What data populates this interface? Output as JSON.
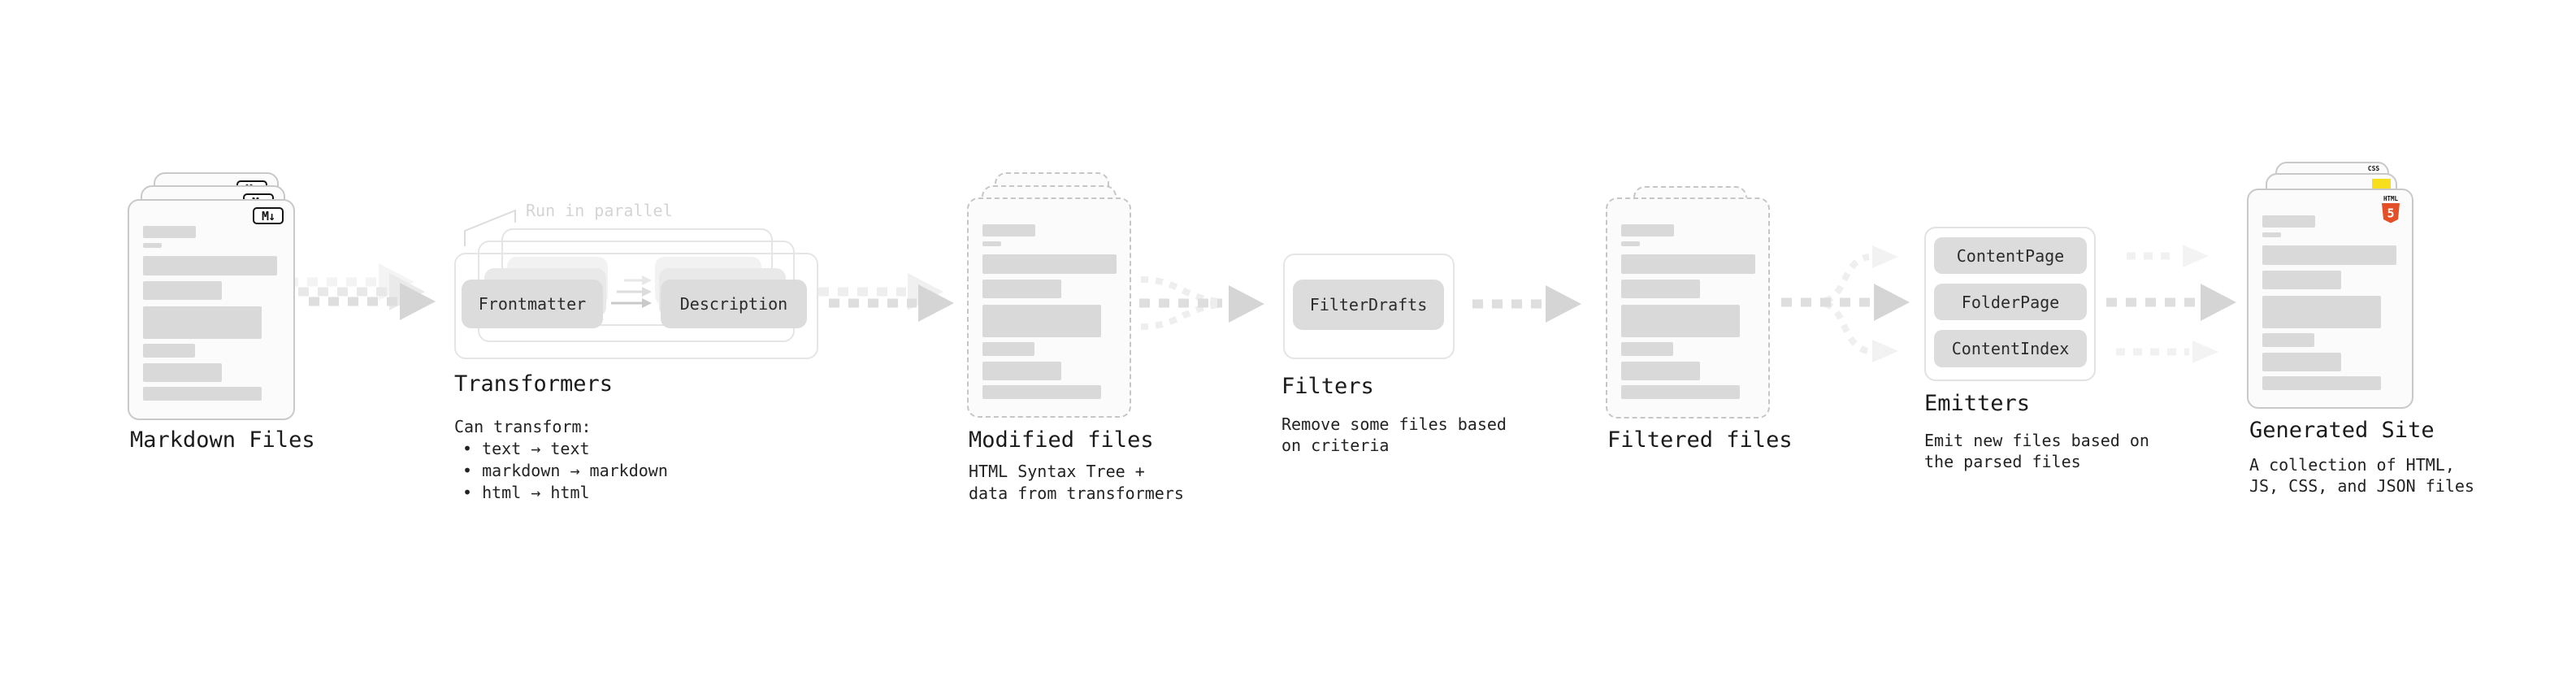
{
  "pipeline": {
    "markdown_files": {
      "title": "Markdown Files",
      "badge": "M↓"
    },
    "transformers": {
      "title": "Transformers",
      "parallel_note": "Run in parallel",
      "input_box": "Frontmatter",
      "output_box": "Description",
      "description_heading": "Can transform:",
      "bullets": [
        "• text → text",
        "• markdown → markdown",
        "• html → html"
      ]
    },
    "modified_files": {
      "title": "Modified files",
      "subtitle_lines": [
        "HTML Syntax Tree +",
        "data from transformers"
      ]
    },
    "filters": {
      "title": "Filters",
      "box": "FilterDrafts",
      "subtitle_lines": [
        "Remove some files based",
        "on criteria"
      ]
    },
    "filtered_files": {
      "title": "Filtered files"
    },
    "emitters": {
      "title": "Emitters",
      "boxes": [
        "ContentPage",
        "FolderPage",
        "ContentIndex"
      ],
      "subtitle_lines": [
        "Emit new files based on",
        "the parsed files"
      ]
    },
    "generated_site": {
      "title": "Generated Site",
      "subtitle_lines": [
        "A collection of HTML,",
        "JS, CSS, and JSON files"
      ],
      "badges": {
        "html5_label": "HTML",
        "html5_number": "5",
        "css_label": "CSS"
      }
    }
  },
  "colors": {
    "html5_orange": "#e34f26",
    "js_yellow": "#f7df1e",
    "css_blue": "#2965f1",
    "placeholder_gray": "#d9d9d9",
    "arrow_gray": "#dedede"
  }
}
